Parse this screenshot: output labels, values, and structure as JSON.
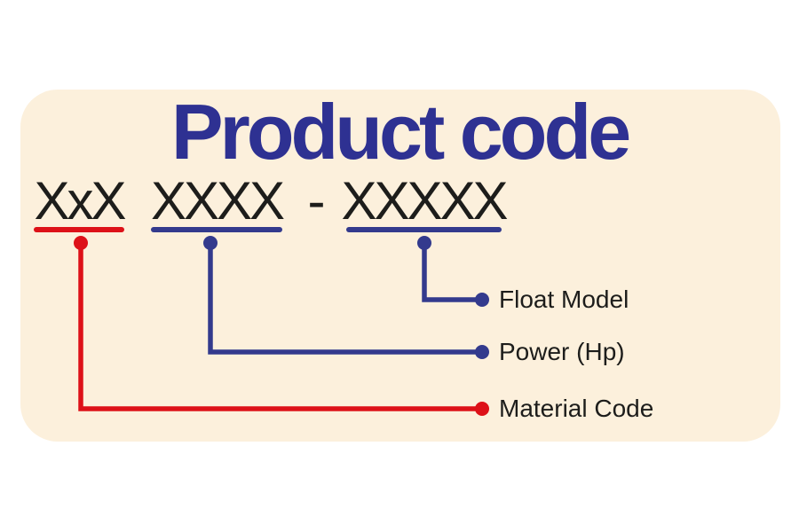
{
  "title": "Product code",
  "separator": "-",
  "fields": [
    {
      "code": "XxX",
      "label": "Material Code",
      "accent": "#dd1118"
    },
    {
      "code": "XXXX",
      "label": "Power (Hp)",
      "accent": "#333a8d"
    },
    {
      "code": "XXXXX",
      "label": "Float Model",
      "accent": "#333a8d"
    }
  ],
  "colors": {
    "page_bg": "#ffffff",
    "card_bg": "#fcf0dc",
    "title_color": "#2e3192",
    "code_color": "#1d1d1b",
    "label_color": "#1d1d1b",
    "red": "#dd1118",
    "blue": "#333a8d"
  }
}
